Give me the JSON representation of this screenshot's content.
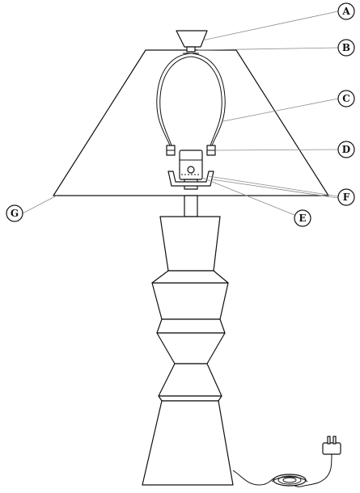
{
  "diagram": {
    "callouts": [
      {
        "id": "A",
        "label": "A",
        "part": "finial"
      },
      {
        "id": "B",
        "label": "B",
        "part": "harp-top-saddle"
      },
      {
        "id": "C",
        "label": "C",
        "part": "harp"
      },
      {
        "id": "D",
        "label": "D",
        "part": "harp-sleeves"
      },
      {
        "id": "E",
        "label": "E",
        "part": "socket"
      },
      {
        "id": "F",
        "label": "F",
        "part": "harp-bottom-saddle"
      },
      {
        "id": "G",
        "label": "G",
        "part": "lamp-shade"
      }
    ]
  }
}
